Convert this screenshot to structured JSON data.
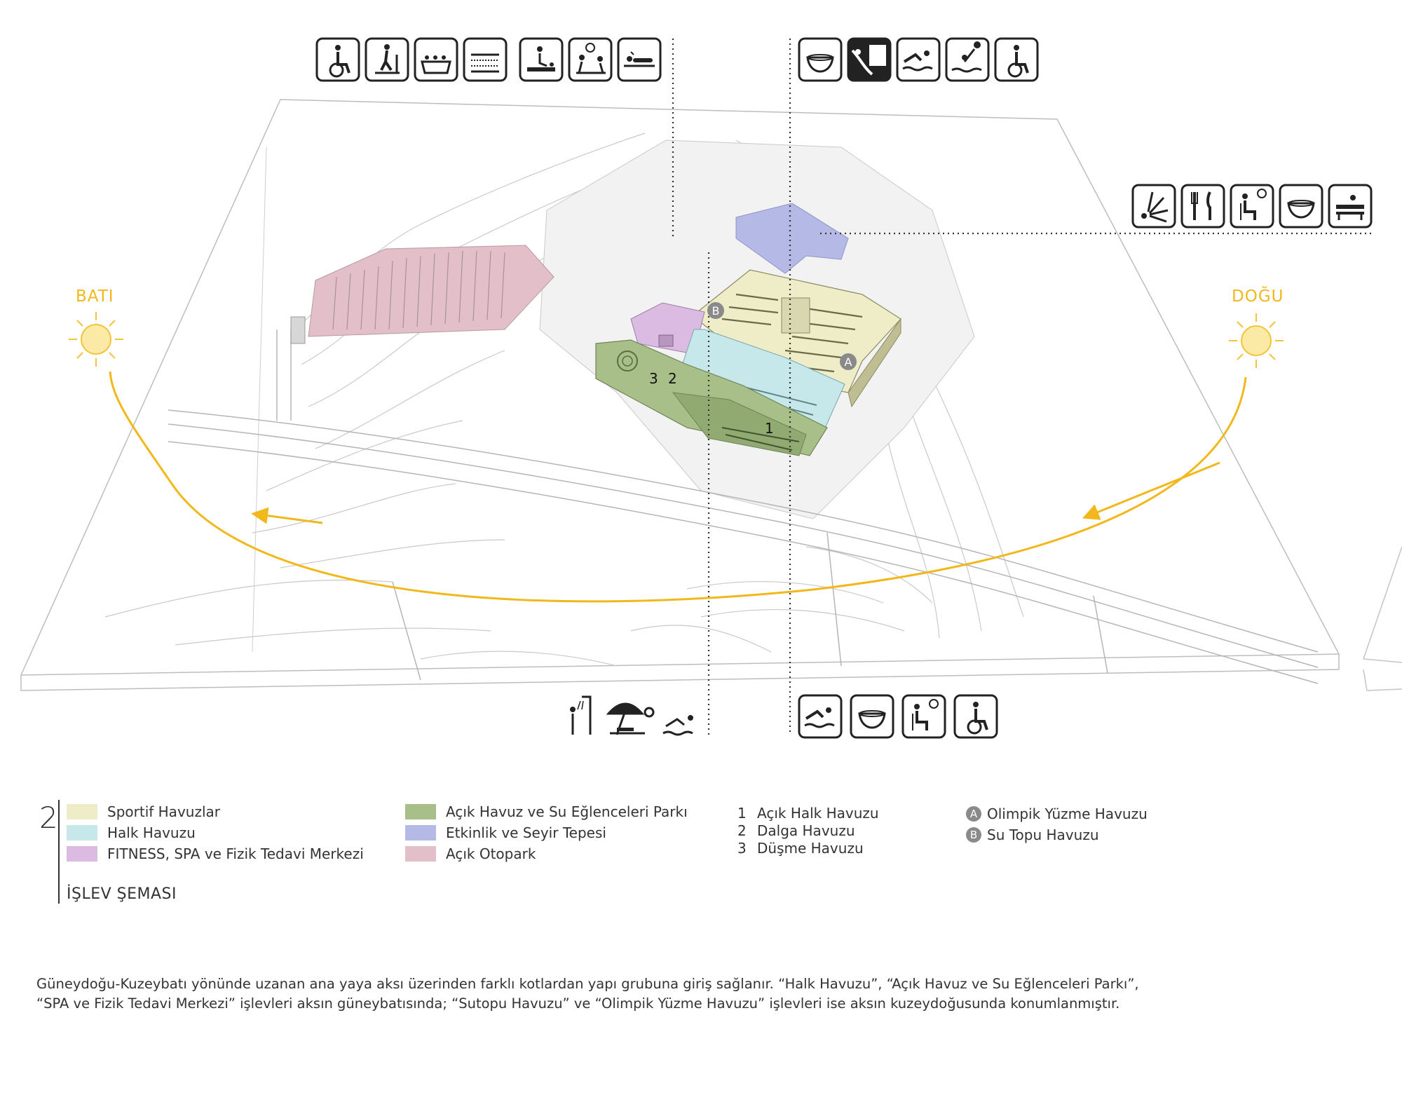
{
  "sun": {
    "west_label": "BATI",
    "east_label": "DOĞU",
    "arc_color": "#f2b81b"
  },
  "markers": {
    "one": "1",
    "two": "2",
    "three": "3",
    "a": "A",
    "b": "B"
  },
  "icons": {
    "top_left": [
      "wheelchair-icon",
      "treadmill-icon",
      "jacuzzi-icon",
      "sauna-icon",
      "massage-icon",
      "physiotherapy-icon",
      "spa-bed-icon"
    ],
    "top_right": [
      "cafe-cup-icon",
      "water-slide-icon",
      "swimmer-icon",
      "water-polo-icon",
      "wheelchair-icon"
    ],
    "right": [
      "fountain-icon",
      "restaurant-icon",
      "waiting-area-icon",
      "cafe-cup-icon",
      "bench-icon"
    ],
    "bottom_left": [
      "shower-icon",
      "sunbathing-icon",
      "swimmer-icon"
    ],
    "bottom_right": [
      "swimmer-icon",
      "cafe-cup-icon",
      "waiting-area-icon",
      "wheelchair-icon"
    ]
  },
  "legend": {
    "number": "2",
    "title": "İŞLEV ŞEMASI",
    "zones": [
      {
        "label": "Sportif Havuzlar",
        "color": "#eeedc7"
      },
      {
        "label": "Halk  Havuzu",
        "color": "#c6e8ea"
      },
      {
        "label": "FITNESS, SPA ve Fizik Tedavi Merkezi",
        "color": "#dcbbe2"
      },
      {
        "label": "Açık Havuz ve Su Eğlenceleri Parkı",
        "color": "#a9bf89"
      },
      {
        "label": "Etkinlik ve Seyir Tepesi",
        "color": "#b4b9e6"
      },
      {
        "label": "Açık Otopark",
        "color": "#e3c0c9"
      }
    ],
    "numbered": [
      {
        "num": "1",
        "label": "Açık Halk Havuzu"
      },
      {
        "num": "2",
        "label": "Dalga Havuzu"
      },
      {
        "num": "3",
        "label": "Düşme Havuzu"
      }
    ],
    "lettered": [
      {
        "letter": "A",
        "label": "Olimpik Yüzme Havuzu"
      },
      {
        "letter": "B",
        "label": "Su Topu Havuzu"
      }
    ]
  },
  "description": {
    "line1": "Güneydoğu-Kuzeybatı yönünde uzanan ana yaya aksı üzerinden farklı kotlardan yapı grubuna giriş sağlanır.  “Halk Havuzu”, “Açık Havuz ve Su Eğlenceleri Parkı”,",
    "line2": "“SPA ve Fizik Tedavi Merkezi” işlevleri aksın güneybatısında; “Sutopu Havuzu” ve “Olimpik Yüzme Havuzu” işlevleri ise aksın kuzeydoğusunda konumlanmıştır."
  }
}
